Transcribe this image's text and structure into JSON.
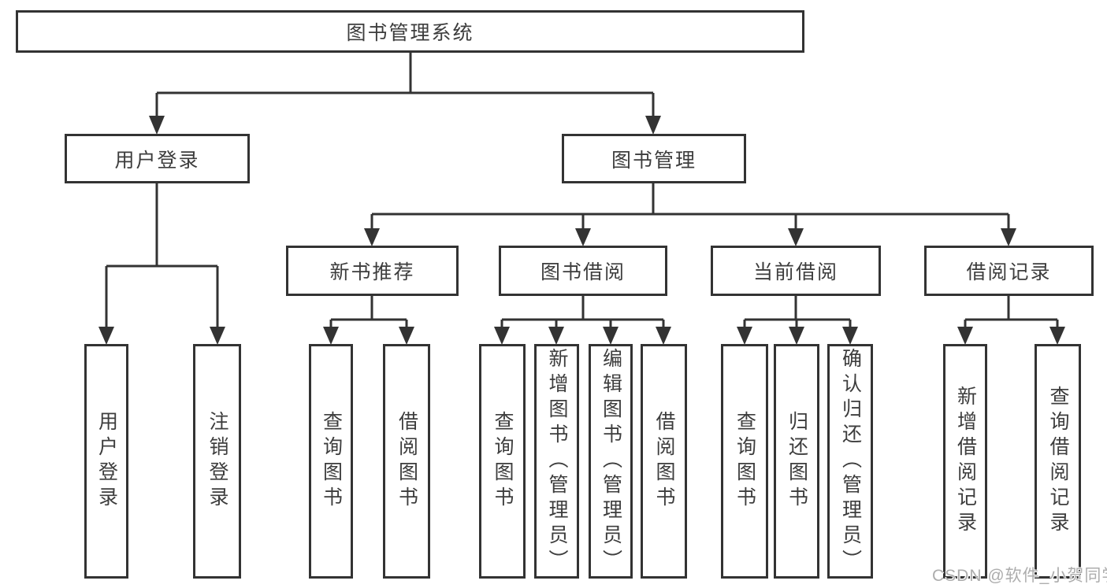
{
  "diagram": {
    "title": "图书管理系统",
    "tree": {
      "label": "图书管理系统",
      "children": [
        {
          "label": "用户登录",
          "children": [
            {
              "label": "用户登录"
            },
            {
              "label": "注销登录"
            }
          ]
        },
        {
          "label": "图书管理",
          "children": [
            {
              "label": "新书推荐",
              "children": [
                {
                  "label": "查询图书"
                },
                {
                  "label": "借阅图书"
                }
              ]
            },
            {
              "label": "图书借阅",
              "children": [
                {
                  "label": "查询图书"
                },
                {
                  "label": "新增图书（管理员）"
                },
                {
                  "label": "编辑图书（管理员）"
                },
                {
                  "label": "借阅图书"
                }
              ]
            },
            {
              "label": "当前借阅",
              "children": [
                {
                  "label": "查询图书"
                },
                {
                  "label": "归还图书"
                },
                {
                  "label": "确认归还（管理员）"
                }
              ]
            },
            {
              "label": "借阅记录",
              "children": [
                {
                  "label": "新增借阅记录"
                },
                {
                  "label": "查询借阅记录"
                }
              ]
            }
          ]
        }
      ]
    },
    "colors": {
      "line": "#333333",
      "text": "#3d3d3d",
      "background": "#ffffff",
      "watermark_text_color": "#adadad"
    }
  },
  "watermark": {
    "text": "CSDN @软件_小贺同学"
  }
}
